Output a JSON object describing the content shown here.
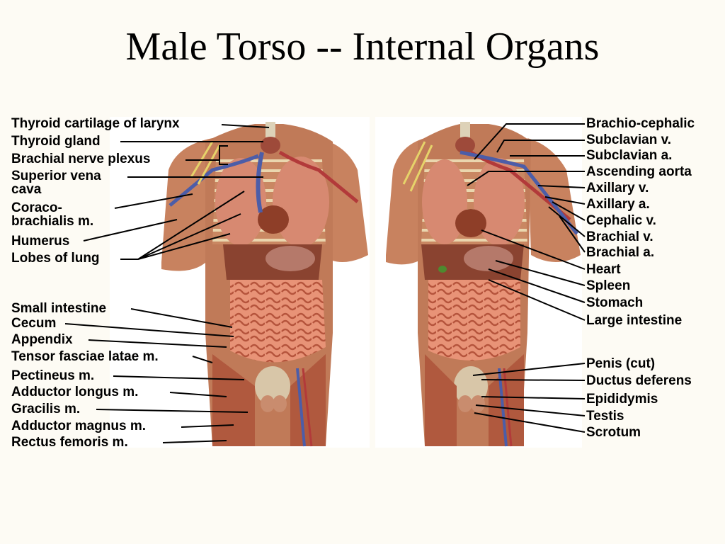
{
  "title": "Male Torso -- Internal Organs",
  "labels_left": {
    "thyroid_cartilage": "Thyroid cartilage of larynx",
    "thyroid_gland": "Thyroid gland",
    "brachial_plexus": "Brachial nerve plexus",
    "superior_vena_cava": "Superior vena cava",
    "coracobrachialis": "Coraco-brachialis m.",
    "humerus": "Humerus",
    "lobes_of_lung": "Lobes of lung",
    "small_intestine": "Small intestine",
    "cecum": "Cecum",
    "appendix": "Appendix",
    "tensor_fasciae_latae": "Tensor fasciae latae m.",
    "pectineus": "Pectineus m.",
    "adductor_longus": "Adductor longus m.",
    "gracilis": "Gracilis m.",
    "adductor_magnus": "Adductor magnus m.",
    "rectus_femoris": "Rectus femoris m."
  },
  "labels_right": {
    "brachiocephalic": "Brachio-cephalic",
    "subclavian_v": "Subclavian v.",
    "subclavian_a": "Subclavian a.",
    "ascending_aorta": "Ascending aorta",
    "axillary_v": "Axillary v.",
    "axillary_a": "Axillary a.",
    "cephalic_v": "Cephalic v.",
    "brachial_v": "Brachial v.",
    "brachial_a": "Brachial a.",
    "heart": "Heart",
    "spleen": "Spleen",
    "stomach": "Stomach",
    "large_intestine": "Large intestine",
    "penis": "Penis (cut)",
    "ductus_deferens": "Ductus deferens",
    "epididymis": "Epididymis",
    "testis": "Testis",
    "scrotum": "Scrotum"
  }
}
